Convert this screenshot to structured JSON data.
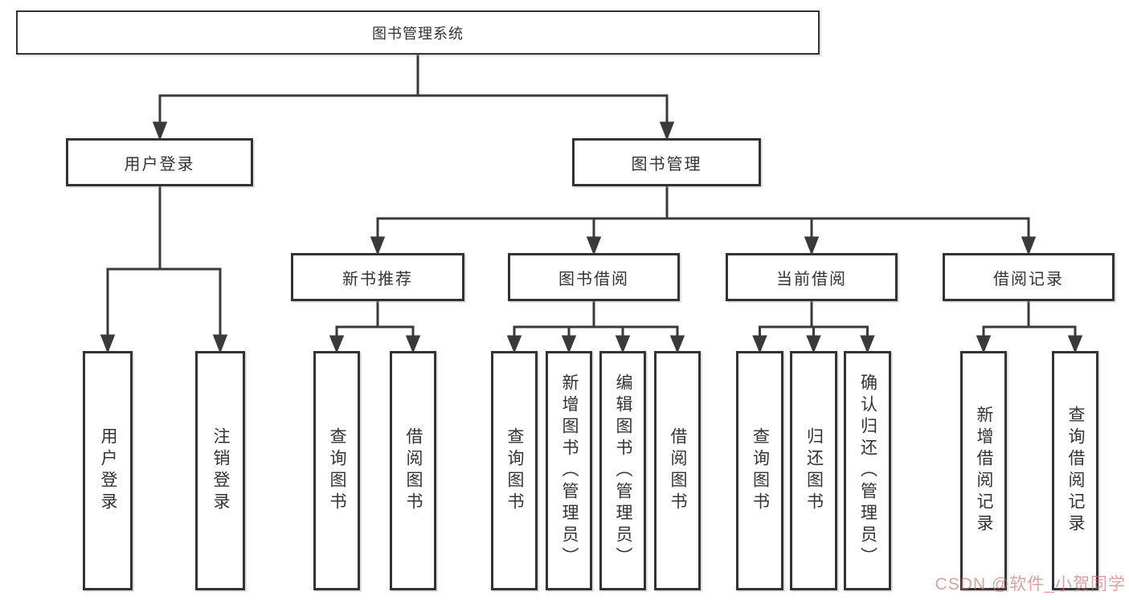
{
  "diagram": {
    "type": "tree",
    "root": {
      "label": "图书管理系统"
    },
    "branches": [
      {
        "label": "用户登录",
        "children": [
          {
            "label": "用户登录"
          },
          {
            "label": "注销登录"
          }
        ]
      },
      {
        "label": "图书管理",
        "children": [
          {
            "label": "新书推荐",
            "children": [
              {
                "label": "查询图书"
              },
              {
                "label": "借阅图书"
              }
            ]
          },
          {
            "label": "图书借阅",
            "children": [
              {
                "label": "查询图书"
              },
              {
                "label": "新增图书（管理员）"
              },
              {
                "label": "编辑图书（管理员）"
              },
              {
                "label": "借阅图书"
              }
            ]
          },
          {
            "label": "当前借阅",
            "children": [
              {
                "label": "查询图书"
              },
              {
                "label": "归还图书"
              },
              {
                "label": "确认归还（管理员）"
              }
            ]
          },
          {
            "label": "借阅记录",
            "children": [
              {
                "label": "新增借阅记录"
              },
              {
                "label": "查询借阅记录"
              }
            ]
          }
        ]
      }
    ]
  },
  "watermark": {
    "text": "CSDN @软件_小贺同学",
    "color": "#c56e6e"
  },
  "colors": {
    "line": "#3a3a3a",
    "box_border": "#333333",
    "text": "#333333",
    "background": "#ffffff"
  }
}
